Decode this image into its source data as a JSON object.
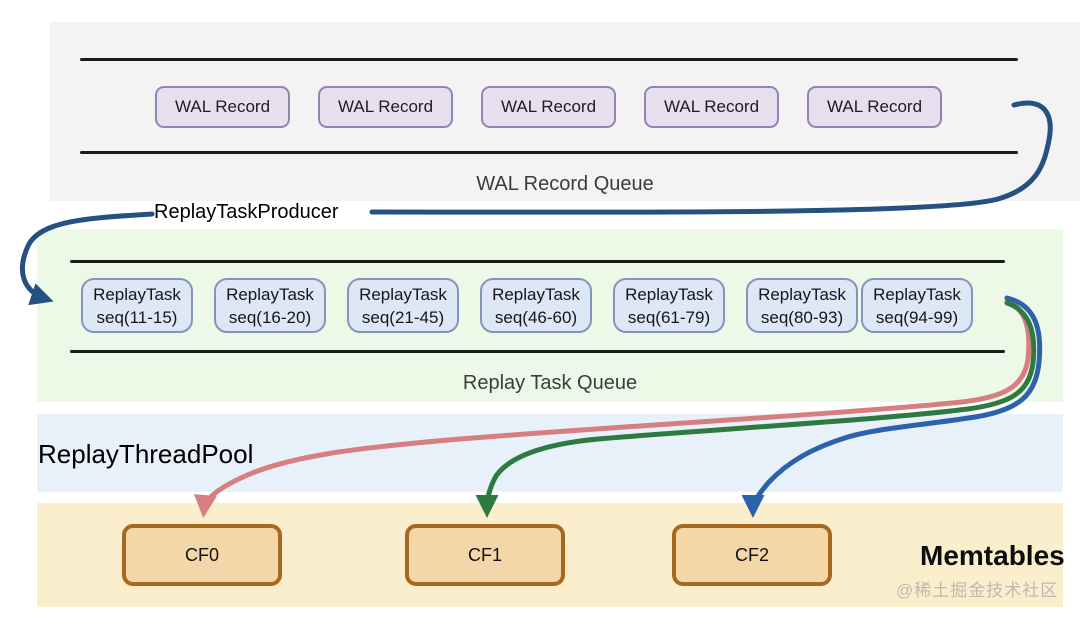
{
  "colors": {
    "navy_arrow": "#24517f",
    "blue_arrow": "#2c62ab",
    "green_arrow": "#2e7a40",
    "pink_arrow": "#d77f80",
    "wal_band": "#f4f3f4",
    "replay_band": "#edf9e7",
    "threadpool_band": "#e8f1fa",
    "memtable_band": "#fbeecd",
    "wal_box_fill": "#e6e0ee",
    "wal_box_border": "#9482b4",
    "task_box_fill": "#dde7f5",
    "task_box_border": "#8196ba",
    "cf_box_fill": "#f3d7a8",
    "cf_box_border": "#a8691f"
  },
  "wal": {
    "queue_label": "WAL Record Queue",
    "records": [
      "WAL Record",
      "WAL Record",
      "WAL Record",
      "WAL Record",
      "WAL Record"
    ]
  },
  "producer": {
    "label": "ReplayTaskProducer"
  },
  "replay": {
    "queue_label": "Replay Task Queue",
    "tasks": [
      {
        "name": "ReplayTask",
        "seq": "seq(11-15)"
      },
      {
        "name": "ReplayTask",
        "seq": "seq(16-20)"
      },
      {
        "name": "ReplayTask",
        "seq": "seq(21-45)"
      },
      {
        "name": "ReplayTask",
        "seq": "seq(46-60)"
      },
      {
        "name": "ReplayTask",
        "seq": "seq(61-79)"
      },
      {
        "name": "ReplayTask",
        "seq": "seq(80-93)"
      },
      {
        "name": "ReplayTask",
        "seq": "seq(94-99)"
      }
    ]
  },
  "threadpool": {
    "label": "ReplayThreadPool"
  },
  "memtables": {
    "label": "Memtables",
    "cfs": [
      "CF0",
      "CF1",
      "CF2"
    ]
  },
  "watermark": "@稀土掘金技术社区"
}
